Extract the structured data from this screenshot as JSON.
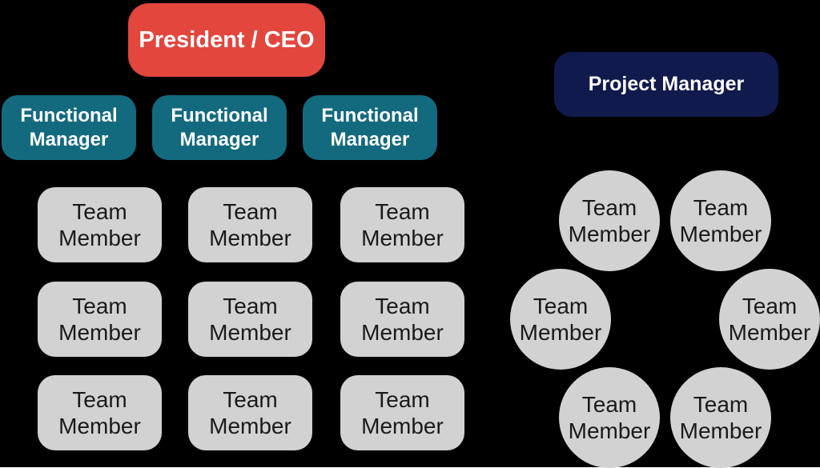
{
  "background": "#000000",
  "colors": {
    "president_red": "#E2463D",
    "functional_manager_teal": "#136A7F",
    "project_manager_navy": "#111A4D",
    "team_member_gray": "#D2D2D2",
    "light_text": "#FFFFFF",
    "dark_text": "#1A1A1A"
  },
  "functional_structure": {
    "president": {
      "label": "President / CEO",
      "color": "#E2463D"
    },
    "manager_color": "#136A7F",
    "managers": [
      {
        "label": "Functional\nManager"
      },
      {
        "label": "Functional\nManager"
      },
      {
        "label": "Functional\nManager"
      }
    ],
    "team_color": "#D2D2D2",
    "team_members": [
      {
        "label": "Team\nMember"
      },
      {
        "label": "Team\nMember"
      },
      {
        "label": "Team\nMember"
      },
      {
        "label": "Team\nMember"
      },
      {
        "label": "Team\nMember"
      },
      {
        "label": "Team\nMember"
      },
      {
        "label": "Team\nMember"
      },
      {
        "label": "Team\nMember"
      },
      {
        "label": "Team\nMember"
      }
    ]
  },
  "projectized_structure": {
    "manager": {
      "label": "Project Manager",
      "color": "#111A4D"
    },
    "team_color": "#D2D2D2",
    "team_members": [
      {
        "label": "Team\nMember"
      },
      {
        "label": "Team\nMember"
      },
      {
        "label": "Team\nMember"
      },
      {
        "label": "Team\nMember"
      },
      {
        "label": "Team\nMember"
      },
      {
        "label": "Team\nMember"
      }
    ]
  }
}
